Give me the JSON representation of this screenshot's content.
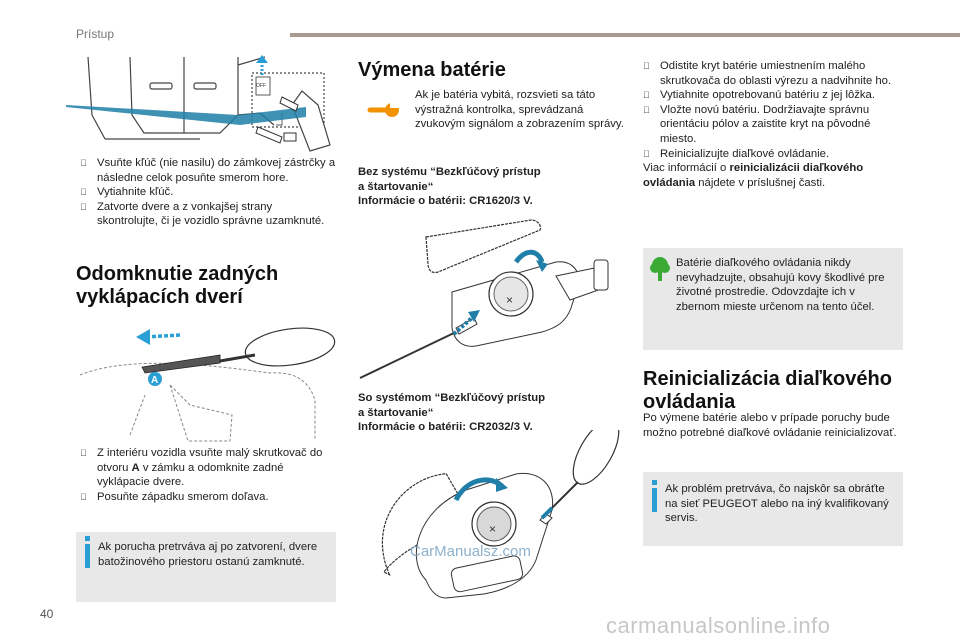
{
  "header": {
    "title": "Prístup"
  },
  "page_number": "40",
  "watermarks": {
    "bottom": "carmanualsonline.info",
    "middle": "CarManualsz.com"
  },
  "col1": {
    "bullets1": [
      "Vsuňte kľúč (nie nasilu) do zámkovej zástrčky a následne celok posuňte smerom hore.",
      "Vytiahnite kľúč.",
      "Zatvorte dvere a z vonkajšej strany skontrolujte, či je vozidlo správne uzamknuté."
    ],
    "heading": "Odomknutie zadných vyklápacích dverí",
    "figure_label": "A",
    "bullets2": [
      {
        "pre": "Z interiéru vozidla vsuňte malý skrutkovač do otvoru ",
        "bold": "A",
        "post": " v zámku a odomknite zadné vyklápacie dvere."
      },
      {
        "pre": "Posuňte západku smerom doľava.",
        "bold": "",
        "post": ""
      }
    ],
    "note": "Ak porucha pretrváva aj po zatvorení, dvere batožinového priestoru ostanú zamknuté."
  },
  "col2": {
    "heading": "Výmena batérie",
    "warning_text": "Ak je batéria vybitá, rozsvieti sa táto výstražná kontrolka, sprevádzaná zvukovým signálom a zobrazením správy.",
    "label1_line1": "Bez systému “Bezkľúčový prístup",
    "label1_line2": "a štartovanie“",
    "label1_line3": "Informácie o batérii: CR1620/3 V.",
    "label2_line1": "So systémom “Bezkľúčový prístup",
    "label2_line2": "a štartovanie“",
    "label2_line3": "Informácie o batérii: CR2032/3 V."
  },
  "col3": {
    "bullets": [
      "Odistite kryt batérie umiestnením malého skrutkovača do oblasti výrezu a nadvihnite ho.",
      "Vytiahnite opotrebovanú batériu z jej lôžka.",
      "Vložte novú batériu. Dodržiavajte správnu orientáciu pólov a zaistite kryt na pôvodné miesto.",
      "Reinicializujte diaľkové ovládanie."
    ],
    "more_pre": "Viac informácií o ",
    "more_bold": "reinicializácii diaľkového ovládania",
    "more_post": " nájdete v príslušnej časti.",
    "eco_note": "Batérie diaľkového ovládania nikdy nevyhadzujte, obsahujú kovy škodlivé pre životné prostredie. Odovzdajte ich v zbernom mieste určenom na tento účel.",
    "heading": "Reinicializácia diaľkového ovládania",
    "para": "Po výmene batérie alebo v prípade poruchy bude možno potrebné diaľkové ovládanie reinicializovať.",
    "info_note": "Ak problém pretrváva, čo najskôr sa obráťte na sieť PEUGEOT alebo na iný kvalifikovaný servis."
  },
  "colors": {
    "accent_blue": "#2a9fd6",
    "eco_green": "#3aaa35",
    "warning_orange": "#f39200",
    "header_bar": "#a8988f"
  }
}
